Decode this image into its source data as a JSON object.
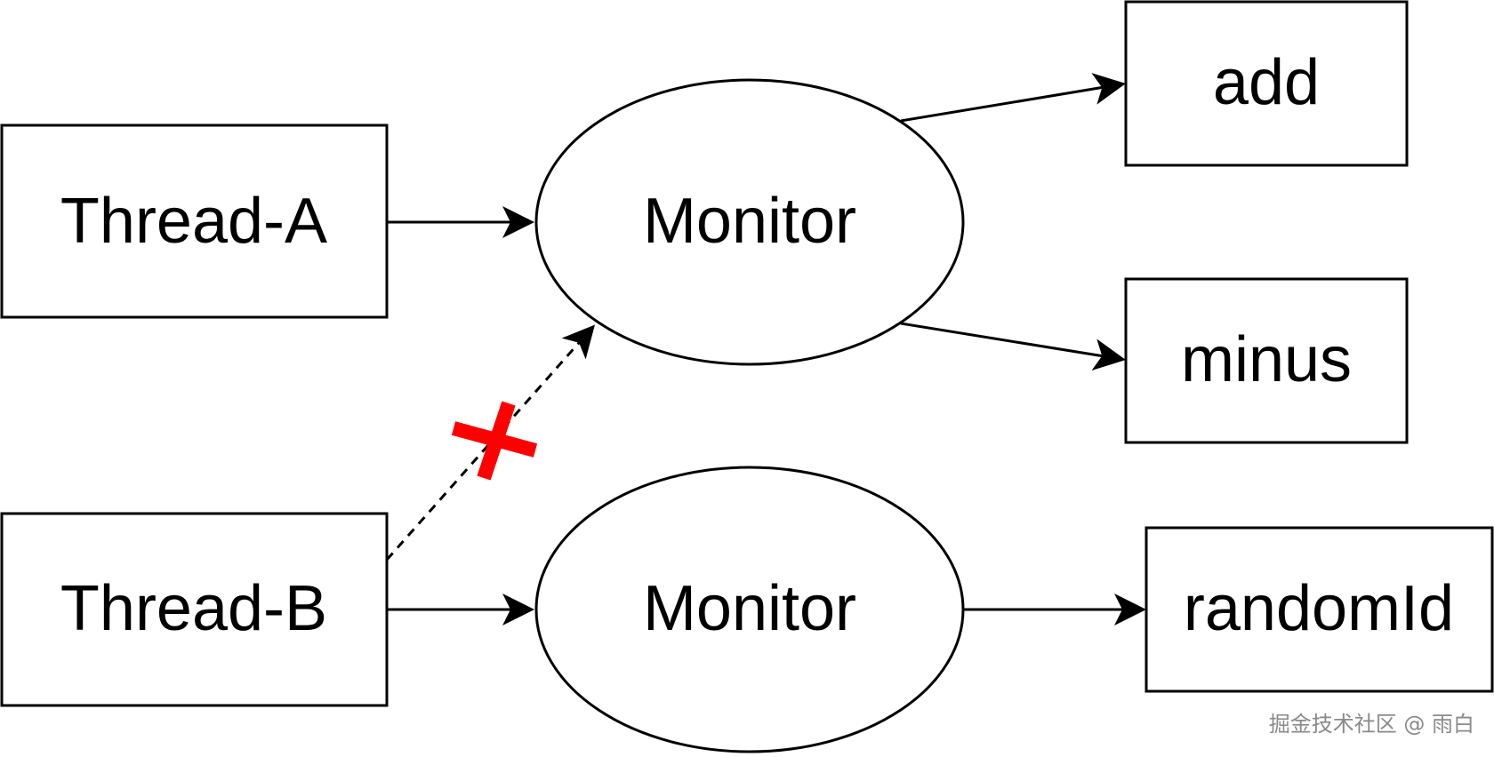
{
  "nodes": {
    "thread_a": "Thread-A",
    "thread_b": "Thread-B",
    "monitor_top": "Monitor",
    "monitor_bottom": "Monitor",
    "add": "add",
    "minus": "minus",
    "random_id": "randomId"
  },
  "watermark": "掘金技术社区 @ 雨白",
  "colors": {
    "stroke": "#000000",
    "blocked_mark": "#ff0000",
    "watermark": "#8a8a8a"
  }
}
